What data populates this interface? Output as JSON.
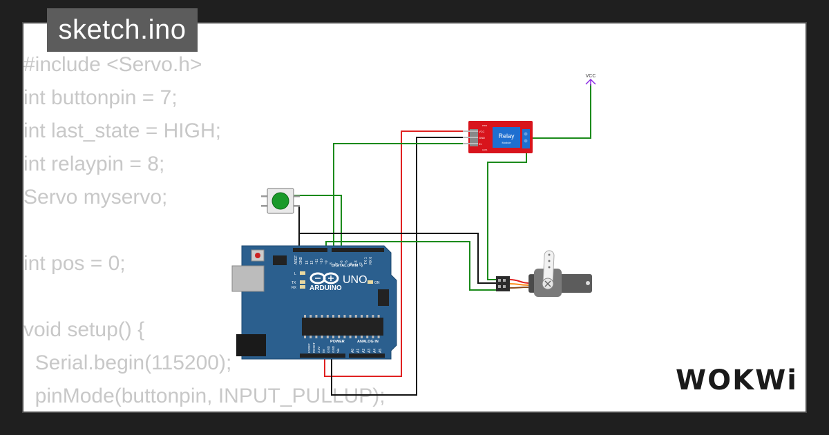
{
  "title": "sketch.ino",
  "code_lines": [
    "#include <Servo.h>",
    "int buttonpin = 7;",
    "int last_state = HIGH;",
    "int relaypin = 8;",
    "Servo myservo;",
    "",
    "int pos = 0;",
    "",
    "void setup() {",
    "  Serial.begin(115200);",
    "  pinMode(buttonpin, INPUT_PULLUP);"
  ],
  "logo": "WOKWi",
  "diagram": {
    "vcc_label": "VCC",
    "relay": {
      "title": "Relay",
      "subtitle": "Module",
      "pins": [
        "VCC",
        "GND",
        "IN"
      ],
      "led_labels": [
        "PWR",
        "LED1"
      ]
    },
    "arduino": {
      "brand": "ARDUINO",
      "model": "UNO",
      "digital_label": "DIGITAL (PWM ~)",
      "power_label": "POWER",
      "analog_label": "ANALOG IN",
      "aref": "AREF",
      "gnd": "GND",
      "l": "L",
      "tx": "TX",
      "rx": "RX",
      "on": "ON",
      "digital_pins": [
        "13",
        "12",
        "~11",
        "~10",
        "~9",
        "8",
        "7",
        "~6",
        "~5",
        "4",
        "~3",
        "2",
        "TX 1",
        "RX 0"
      ],
      "power_pins": [
        "IOREF",
        "RESET",
        "3.3V",
        "5V",
        "GND",
        "GND",
        "Vin"
      ],
      "analog_pins": [
        "A0",
        "A1",
        "A2",
        "A3",
        "A4",
        "A5"
      ]
    },
    "colors": {
      "wire_green": "#1a8a1a",
      "wire_red": "#e02020",
      "wire_black": "#111111",
      "wire_purple": "#8a2be2",
      "board_blue": "#2b5f8e",
      "relay_red": "#d8141c",
      "relay_blue": "#1e6fd0",
      "button_green": "#1a9a2a"
    }
  }
}
